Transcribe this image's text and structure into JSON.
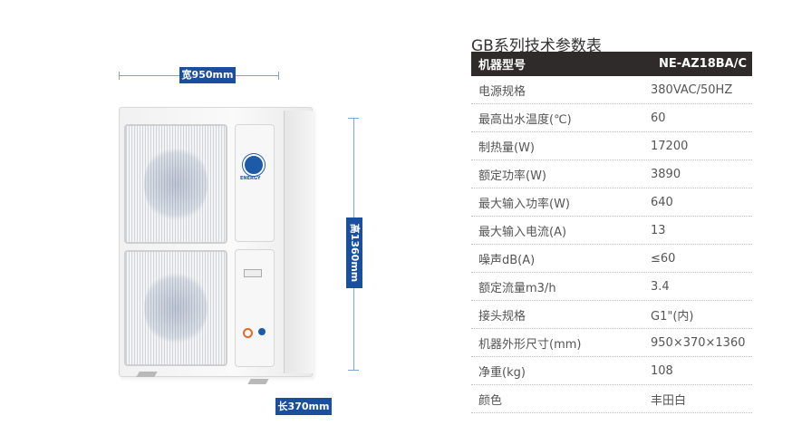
{
  "diagram": {
    "width_label": "宽950mm",
    "height_label": "高1360mm",
    "length_label": "长370mm",
    "brand_text": "ENERGY",
    "accent_color": "#1a4fa0"
  },
  "spec_table": {
    "title": "GB系列技术参数表",
    "header": {
      "key": "机器型号",
      "value": "NE-AZ18BA/C"
    },
    "rows": [
      {
        "key": "电源规格",
        "value": "380VAC/50HZ"
      },
      {
        "key": "最高出水温度(℃)",
        "value": "60"
      },
      {
        "key": "制热量(W)",
        "value": "17200"
      },
      {
        "key": "额定功率(W)",
        "value": "3890"
      },
      {
        "key": "最大输入功率(W)",
        "value": "640"
      },
      {
        "key": "最大输入电流(A)",
        "value": "13"
      },
      {
        "key": "噪声dB(A)",
        "value": "≤60"
      },
      {
        "key": " 额定流量m3/h",
        "value": "3.4"
      },
      {
        "key": "接头规格",
        "value": "G1\"(内)"
      },
      {
        "key": "机器外形尺寸(mm)",
        "value": "950×370×1360"
      },
      {
        "key": "净重(kg)",
        "value": "108"
      },
      {
        "key": "颜色",
        "value": "丰田白"
      }
    ]
  }
}
